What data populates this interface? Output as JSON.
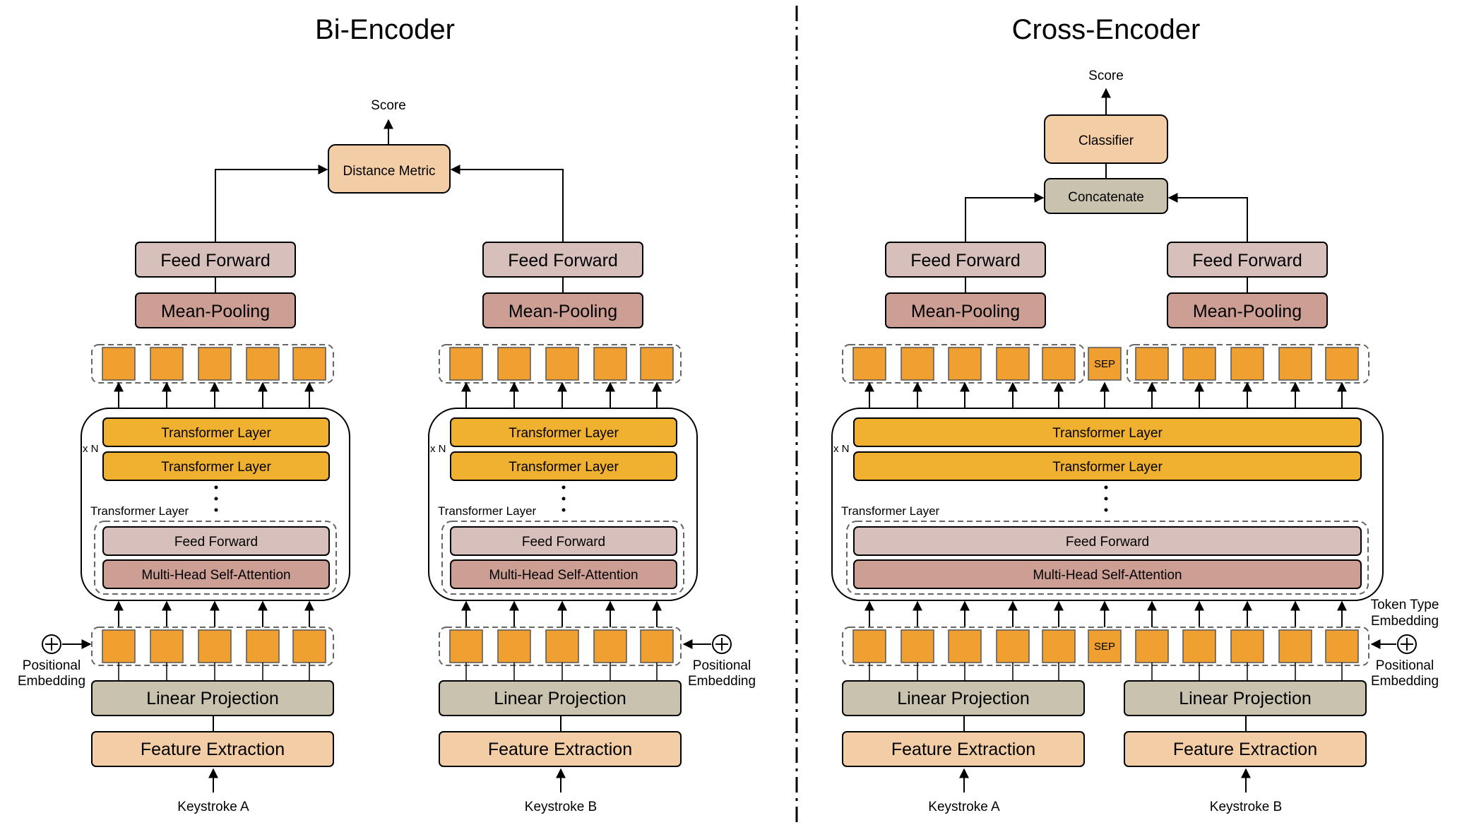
{
  "bi": {
    "title": "Bi-Encoder",
    "score": "Score",
    "distance_metric": "Distance Metric",
    "left": {
      "feed_forward": "Feed Forward",
      "mean_pooling": "Mean-Pooling",
      "xn": "x N",
      "tl1": "Transformer Layer",
      "tl2": "Transformer Layer",
      "tl_label": "Transformer Layer",
      "inner_ff": "Feed Forward",
      "mhsa": "Multi-Head Self-Attention",
      "pos1": "Positional",
      "pos2": "Embedding",
      "linear": "Linear Projection",
      "feature": "Feature Extraction",
      "input": "Keystroke A"
    },
    "right": {
      "feed_forward": "Feed Forward",
      "mean_pooling": "Mean-Pooling",
      "xn": "x N",
      "tl1": "Transformer Layer",
      "tl2": "Transformer Layer",
      "tl_label": "Transformer Layer",
      "inner_ff": "Feed Forward",
      "mhsa": "Multi-Head Self-Attention",
      "pos1": "Positional",
      "pos2": "Embedding",
      "linear": "Linear Projection",
      "feature": "Feature Extraction",
      "input": "Keystroke B"
    }
  },
  "cross": {
    "title": "Cross-Encoder",
    "score": "Score",
    "classifier": "Classifier",
    "concatenate": "Concatenate",
    "ff_left": "Feed Forward",
    "ff_right": "Feed Forward",
    "mp_left": "Mean-Pooling",
    "mp_right": "Mean-Pooling",
    "sep_top": "SEP",
    "sep_bottom": "SEP",
    "xn": "x N",
    "tl1": "Transformer Layer",
    "tl2": "Transformer Layer",
    "tl_label": "Transformer Layer",
    "inner_ff": "Feed Forward",
    "mhsa": "Multi-Head Self-Attention",
    "token_type1": "Token Type",
    "token_type2": "Embedding",
    "pos1": "Positional",
    "pos2": "Embedding",
    "linear_left": "Linear Projection",
    "linear_right": "Linear Projection",
    "feature_left": "Feature Extraction",
    "feature_right": "Feature Extraction",
    "input_left": "Keystroke A",
    "input_right": "Keystroke B"
  },
  "colors": {
    "token": "#F0A030",
    "transformer_layer": "#F0B030",
    "feed_forward": "#D7BFBB",
    "mean_pooling": "#CD9F94",
    "mhsa": "#CD9F94",
    "linear_projection": "#C8C2AE",
    "feature_extraction": "#F2CDA6",
    "distance_metric": "#F2CDA6",
    "classifier": "#F2CDA6",
    "concatenate": "#C8C2AE"
  },
  "icons": [
    "plus-circle-icon",
    "arrow-icon"
  ]
}
